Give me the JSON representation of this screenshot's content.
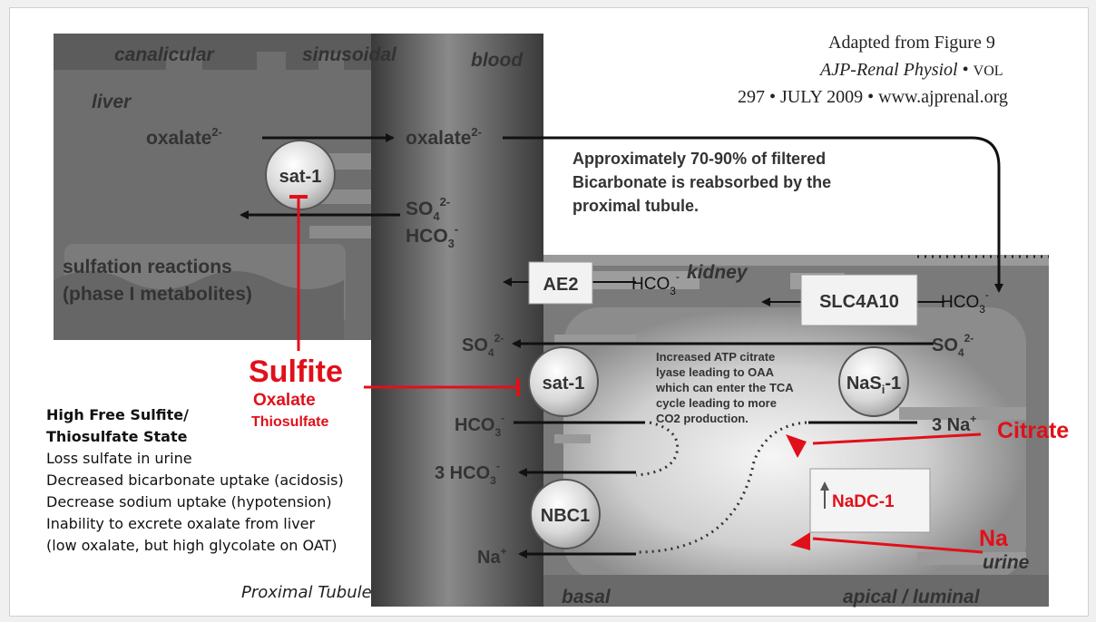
{
  "citation": {
    "line1": "Adapted from  Figure 9",
    "line2_journal": "AJP-Renal Physiol",
    "line2_vol": "VOL",
    "line3": "297 • JULY 2009 • www.ajprenal.org"
  },
  "regions": {
    "canalicular": "canalicular",
    "sinusoidal": "sinusoidal",
    "blood": "blood",
    "liver": "liver",
    "kidney": "kidney",
    "urine": "urine",
    "basal": "basal",
    "apical": "apical / luminal",
    "proximal_tubule": "Proximal Tubule"
  },
  "liver": {
    "oxalate_left": "oxalate",
    "oxalate_right": "oxalate",
    "charge_2minus": "2-",
    "transporter": "sat-1",
    "so4": "SO",
    "hco3": "HCO",
    "sub3": "3",
    "sub4": "4",
    "minus": "-",
    "sulfation_line1": "sulfation reactions",
    "sulfation_line2": "(phase I metabolites)"
  },
  "annotation": {
    "line1": "Approximately 70-90% of filtered",
    "line2": "Bicarbonate is reabsorbed by the",
    "line3": "proximal tubule."
  },
  "inhibitors": {
    "sulfite": "Sulfite",
    "oxalate": "Oxalate",
    "thiosulfate": "Thiosulfate"
  },
  "kidney": {
    "ae2": "AE2",
    "slc4a10": "SLC4A10",
    "hco3": "HCO",
    "so4": "SO",
    "sat1": "sat-1",
    "nasi1": "NaS",
    "nasi1_sub": "i",
    "nasi1_suffix": "-1",
    "hco3_3": "3 HCO",
    "na_3": "3 Na",
    "plus": "+",
    "nbc1": "NBC1",
    "na": "Na",
    "nadc1": "NaDC-1",
    "citrate": "Citrate",
    "na_red": "Na",
    "atp_line1": "Increased ATP citrate",
    "atp_line2": "lyase leading to OAA",
    "atp_line3": "which can enter the TCA",
    "atp_line4": "cycle leading to more",
    "atp_line5": "CO2 production."
  },
  "notes": {
    "heading1": "High Free Sulfite/",
    "heading2": "Thiosulfate State",
    "items": [
      "Loss sulfate in urine",
      "Decreased bicarbonate uptake (acidosis)",
      "Decrease sodium uptake (hypotension)",
      "Inability to excrete oxalate from liver",
      "(low oxalate, but high glycolate on OAT)"
    ]
  },
  "colors": {
    "red_accent": "#e0101a",
    "dark_text": "#333333"
  }
}
